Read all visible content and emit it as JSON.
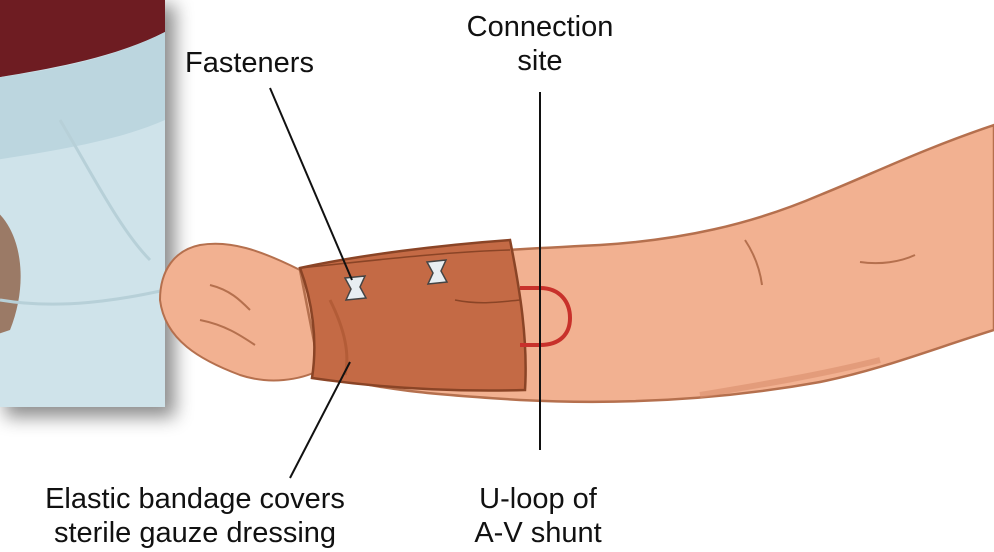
{
  "labels": {
    "fasteners": "Fasteners",
    "connection_site_line1": "Connection",
    "connection_site_line2": "site",
    "bandage_line1": "Elastic bandage covers",
    "bandage_line2": "sterile gauze dressing",
    "uloop_line1": "U-loop of",
    "uloop_line2": "A-V shunt"
  },
  "colors": {
    "skin": "#f2b191",
    "skin_shadow": "#d98e6d",
    "bandage": "#c46a45",
    "bandage_shadow": "#a9532f",
    "shunt_loop": "#c8312b",
    "photo_blanket": "#cfe3ea",
    "photo_background": "#6e1a22",
    "leader_line": "#111111"
  }
}
